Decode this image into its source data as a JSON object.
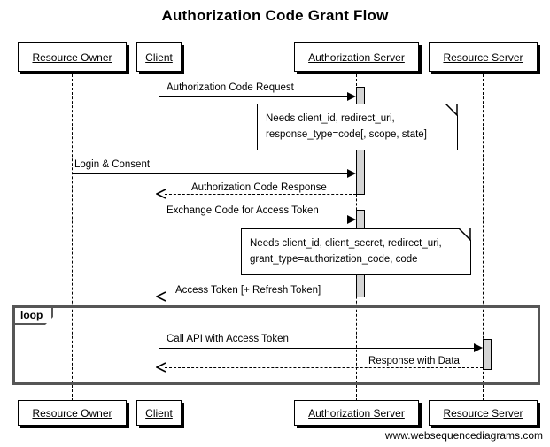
{
  "diagram": {
    "title": "Authorization Code Grant Flow",
    "credit": "www.websequencediagrams.com",
    "type": "sequence-diagram",
    "colors": {
      "background": "#ffffff",
      "stroke": "#000000",
      "activation_fill": "#d4d4d4",
      "fragment_stroke": "#565656"
    }
  },
  "participants": [
    {
      "id": "resource-owner",
      "label": "Resource Owner"
    },
    {
      "id": "client",
      "label": "Client"
    },
    {
      "id": "authorization-server",
      "label": "Authorization Server"
    },
    {
      "id": "resource-server",
      "label": "Resource Server"
    }
  ],
  "messages": [
    {
      "id": "m1",
      "label": "Authorization Code Request",
      "from": "client",
      "to": "authorization-server",
      "style": "solid",
      "direction": "right"
    },
    {
      "id": "m2",
      "label": "Login & Consent",
      "from": "resource-owner",
      "to": "authorization-server",
      "style": "solid",
      "direction": "right"
    },
    {
      "id": "m3",
      "label": "Authorization Code Response",
      "from": "authorization-server",
      "to": "client",
      "style": "dashed",
      "direction": "left"
    },
    {
      "id": "m4",
      "label": "Exchange Code for Access Token",
      "from": "client",
      "to": "authorization-server",
      "style": "solid",
      "direction": "right"
    },
    {
      "id": "m5",
      "label": "Access Token [+ Refresh Token]",
      "from": "authorization-server",
      "to": "client",
      "style": "dashed",
      "direction": "left"
    },
    {
      "id": "m6",
      "label": "Call API with Access Token",
      "from": "client",
      "to": "resource-server",
      "style": "solid",
      "direction": "right"
    },
    {
      "id": "m7",
      "label": "Response with Data",
      "from": "resource-server",
      "to": "client",
      "style": "dashed",
      "direction": "left"
    }
  ],
  "notes": [
    {
      "id": "note-auth-request",
      "line1": "Needs client_id, redirect_uri,",
      "line2": "response_type=code[, scope, state]"
    },
    {
      "id": "note-token-exchange",
      "line1": "Needs client_id, client_secret, redirect_uri,",
      "line2": "grant_type=authorization_code, code"
    }
  ],
  "fragments": [
    {
      "id": "loop",
      "label": "loop"
    }
  ],
  "footer_participants": [
    {
      "id": "resource-owner",
      "label": "Resource Owner"
    },
    {
      "id": "client",
      "label": "Client"
    },
    {
      "id": "authorization-server",
      "label": "Authorization Server"
    },
    {
      "id": "resource-server",
      "label": "Resource Server"
    }
  ]
}
